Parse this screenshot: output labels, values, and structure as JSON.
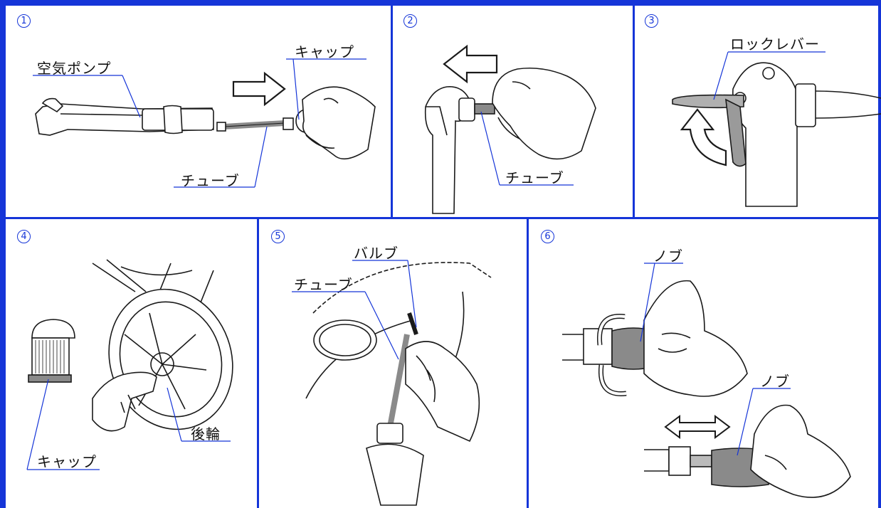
{
  "panels": [
    {
      "number": "1",
      "labels": {
        "pump": "空気ポンプ",
        "cap": "キャップ",
        "tube": "チューブ"
      }
    },
    {
      "number": "2",
      "labels": {
        "tube": "チューブ"
      }
    },
    {
      "number": "3",
      "labels": {
        "lever": "ロックレバー"
      }
    },
    {
      "number": "4",
      "labels": {
        "cap": "キャップ",
        "wheel": "後輪"
      }
    },
    {
      "number": "5",
      "labels": {
        "valve": "バルブ",
        "tube": "チューブ"
      }
    },
    {
      "number": "6",
      "labels": {
        "knob_top": "ノブ",
        "knob_bottom": "ノブ"
      }
    }
  ],
  "colors": {
    "accent": "#1535d8",
    "line": "#1a1a1a",
    "tube_gray": "#8a8a8a"
  }
}
